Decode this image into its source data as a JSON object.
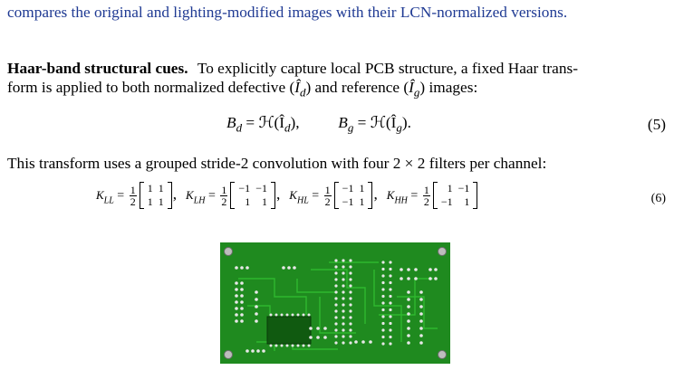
{
  "intro_line": "compares the original and lighting-modified images with their LCN-normalized versions.",
  "paragraph": {
    "heading": "Haar-band structural cues.",
    "line1": "To explicitly capture local PCB structure, a fixed Haar trans-",
    "line2_a": "form is applied to both normalized defective (",
    "line2_b": ") and reference (",
    "line2_c": ") images:"
  },
  "equation5": {
    "lhs1": "B",
    "sub1": "d",
    "rhs1": "= ℋ(Î",
    "rhs1_sub": "d",
    "rhs1_close": "),",
    "lhs2": "B",
    "sub2": "g",
    "rhs2": "= ℋ(Î",
    "rhs2_sub": "g",
    "rhs2_close": ").",
    "number": "(5)"
  },
  "transform_sentence": "This transform uses a grouped stride-2 convolution with four 2 × 2 filters per channel:",
  "equation6": {
    "number": "(6)",
    "half_num": "1",
    "half_den": "2",
    "filters": [
      {
        "name": "K",
        "sub": "LL",
        "rows": [
          [
            "1",
            "1"
          ],
          [
            "1",
            "1"
          ]
        ],
        "sep": ","
      },
      {
        "name": "K",
        "sub": "LH",
        "rows": [
          [
            "−1",
            "−1"
          ],
          [
            "1",
            "1"
          ]
        ],
        "sep": ","
      },
      {
        "name": "K",
        "sub": "HL",
        "rows": [
          [
            "−1",
            "1"
          ],
          [
            "−1",
            "1"
          ]
        ],
        "sep": ","
      },
      {
        "name": "K",
        "sub": "HH",
        "rows": [
          [
            "1",
            "−1"
          ],
          [
            "−1",
            "1"
          ]
        ],
        "sep": ""
      }
    ]
  },
  "colors": {
    "intro_text": "#1f3a93",
    "pcb_board": "#1f8a1f",
    "pcb_trace": "#2fb82f",
    "pcb_pad": "#e8e8e8"
  }
}
